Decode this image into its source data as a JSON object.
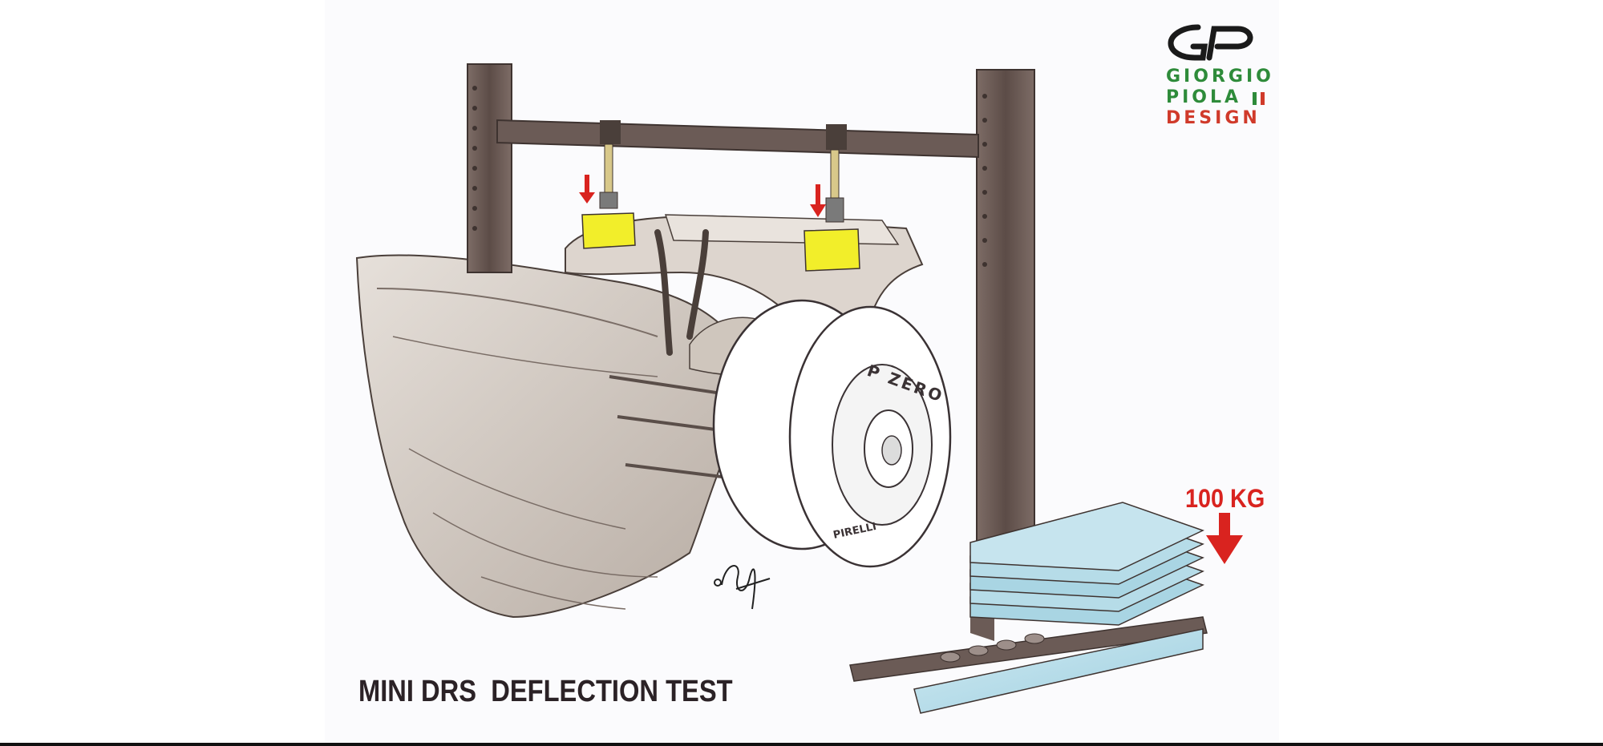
{
  "logo": {
    "monogram_icon": "gp-monogram-icon",
    "line1": "GIORGIO",
    "line2": "PIOLA",
    "line3": "DESIGN",
    "colors": {
      "green": "#2e8b3a",
      "red": "#d03a2a",
      "monogram": "#1a1a1a"
    },
    "flag_colors": [
      "#2e8b3a",
      "#ffffff",
      "#d03a2a"
    ]
  },
  "load_label": "100 KG",
  "caption": "MINI DRS  DEFLECTION TEST",
  "illustration": {
    "subject": "car-rear-wing-test-rig-icon",
    "tyre_brand": "PIRELLI",
    "tyre_model": "P ZERO",
    "signature": "artist-signature-icon",
    "colors": {
      "frame": "#6b5b56",
      "load_pads": "#f2ee2a",
      "arrows": "#d9231f",
      "weights": "#b9dde8",
      "bodywork": "#d8d0c8"
    }
  }
}
